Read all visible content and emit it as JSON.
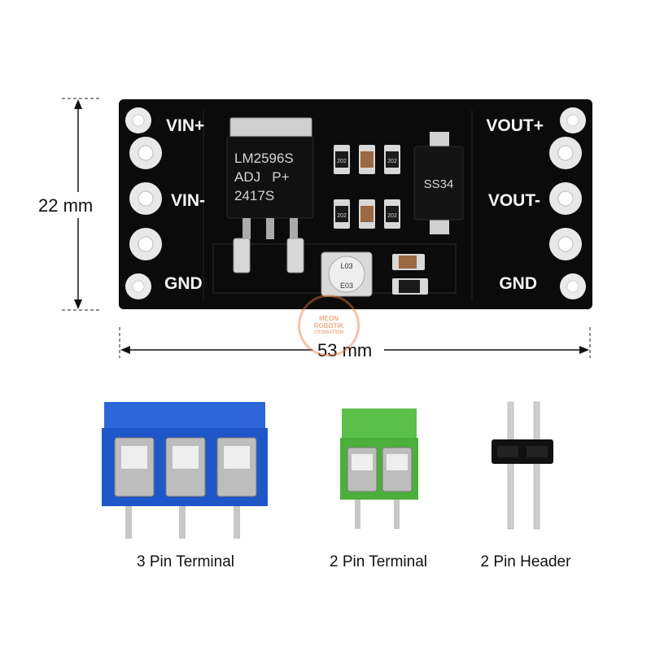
{
  "dimensions": {
    "height": "22 mm",
    "width": "53 mm"
  },
  "board": {
    "left_labels": [
      "VIN+",
      "VIN-",
      "GND"
    ],
    "right_labels": [
      "VOUT+",
      "VOUT-",
      "GND"
    ],
    "regulator_lines": [
      "LM2596S",
      "ADJ   P+",
      "2417S"
    ],
    "diode_label": "SS34",
    "resistor_label": "202",
    "pot_lines": [
      "L03",
      "E03"
    ]
  },
  "watermark_lines": [
    "MEON",
    "ROBOTIK",
    "OTOMATION"
  ],
  "captions": [
    "3 Pin Terminal",
    "2 Pin Terminal",
    "2 Pin Header"
  ],
  "colors": {
    "pcb": "#0b0b0b",
    "terminal_blue": "#1f57c9",
    "terminal_green": "#4caf3c",
    "header": "#111111"
  }
}
